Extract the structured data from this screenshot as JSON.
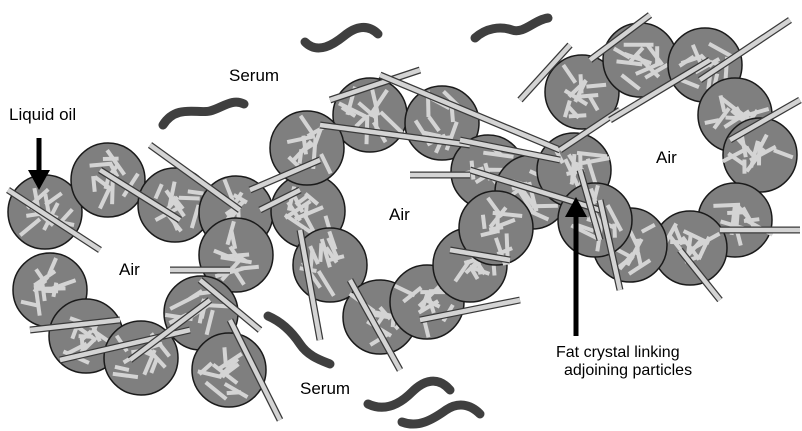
{
  "labels": {
    "liquid_oil": "Liquid oil",
    "serum_top": "Serum",
    "serum_bottom": "Serum",
    "air_left": "Air",
    "air_middle": "Air",
    "air_right": "Air",
    "fat_crystal_line1": "Fat crystal linking",
    "fat_crystal_line2": "adjoining particles"
  },
  "colors": {
    "droplet_fill": "#7f7f7f",
    "droplet_stroke": "#1a1a1a",
    "crystal_fill": "#d4d4d4",
    "crystal_stroke": "#3a3a3a",
    "serum_stroke": "#3f3f3f",
    "arrow": "#000000"
  }
}
